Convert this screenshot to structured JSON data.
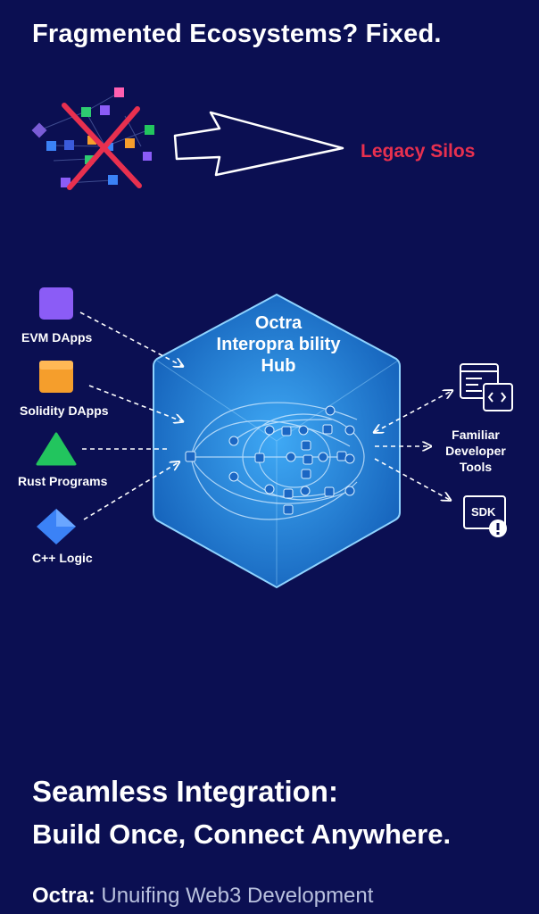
{
  "header": {
    "title": "Fragmented Ecosystems? Fixed."
  },
  "legacy": {
    "label": "Legacy Silos"
  },
  "hub": {
    "line1": "Octra",
    "line2": "Interopra bility",
    "line3": "Hub"
  },
  "inputs": [
    {
      "label": "EVM DApps",
      "icon": "purple-cube-icon",
      "color": "#8b5cf6"
    },
    {
      "label": "Solidity DApps",
      "icon": "orange-box-icon",
      "color": "#f59e2c"
    },
    {
      "label": "Rust Programs",
      "icon": "green-triangle-icon",
      "color": "#22c55e"
    },
    {
      "label": "C++ Logic",
      "icon": "blue-diamond-icon",
      "color": "#3b82f6"
    }
  ],
  "outputs": {
    "tools": {
      "line1": "Familiar",
      "line2": "Developer",
      "line3": "Tools"
    },
    "sdk": {
      "label": "SDK"
    }
  },
  "tagline": {
    "line1": "Seamless Integration:",
    "line2": "Build Once, Connect Anywhere."
  },
  "footer": {
    "brand": "Octra:",
    "text": " Unuifing Web3 Development"
  },
  "colors": {
    "background": "#0b0f52",
    "accent_red": "#e8304f",
    "hub_blue": "#1f7fd8"
  }
}
